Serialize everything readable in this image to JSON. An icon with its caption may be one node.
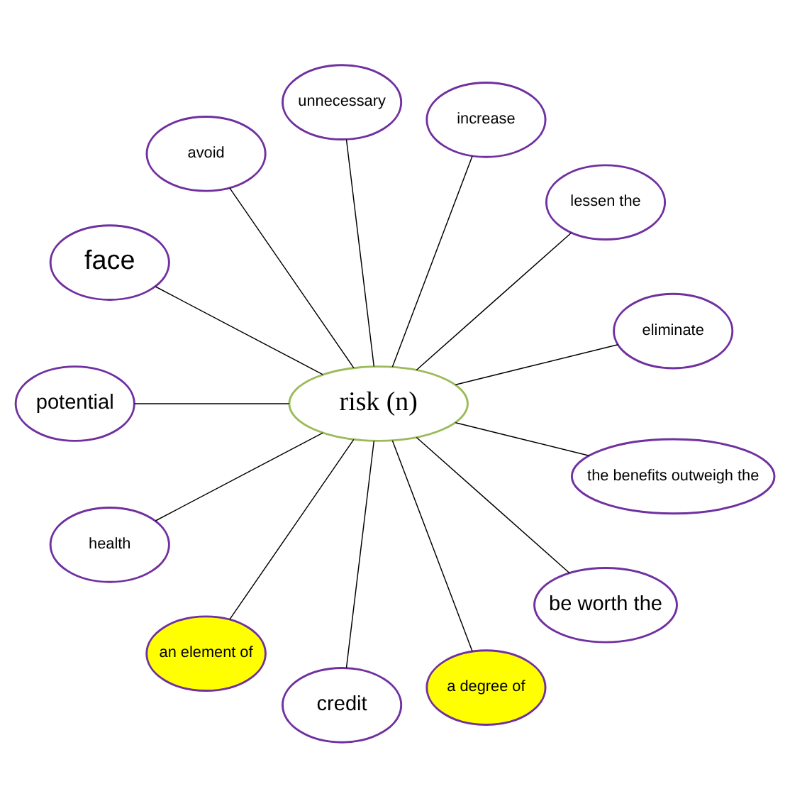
{
  "diagram": {
    "nodes": [
      {
        "text": [
          "eliminate"
        ]
      },
      {
        "text": [
          "lessen the"
        ]
      },
      {
        "text": [
          "increase"
        ]
      },
      {
        "text": [
          "unnecessary"
        ]
      },
      {
        "text": [
          "avoid"
        ]
      },
      {
        "text": [
          "face"
        ]
      },
      {
        "text": [
          "potential"
        ]
      },
      {
        "text": [
          "risk (n)"
        ]
      },
      {
        "text": [
          "health"
        ]
      },
      {
        "text": [
          "an element of"
        ]
      },
      {
        "text": [
          "credit"
        ]
      },
      {
        "text": [
          "a degree of"
        ]
      },
      {
        "text": [
          "be worth the"
        ]
      },
      {
        "text": [
          "the benefits outweigh the"
        ]
      }
    ],
    "edges": [
      {
        "from": 7,
        "to": 0,
        "arrow": "none"
      },
      {
        "from": 7,
        "to": 4,
        "arrow": "none"
      },
      {
        "from": 7,
        "to": 5,
        "arrow": "none"
      },
      {
        "from": 7,
        "to": 2,
        "arrow": "none"
      },
      {
        "from": 7,
        "to": 1,
        "arrow": "none"
      },
      {
        "from": 7,
        "to": 3,
        "arrow": "none"
      },
      {
        "from": 7,
        "to": 6,
        "arrow": "none"
      },
      {
        "from": 7,
        "to": 8,
        "arrow": "none"
      },
      {
        "from": 7,
        "to": 10,
        "arrow": "none"
      },
      {
        "from": 7,
        "to": 13,
        "arrow": "none"
      },
      {
        "from": 7,
        "to": 12,
        "arrow": "none"
      },
      {
        "from": 7,
        "to": 11,
        "arrow": "none"
      },
      {
        "from": 7,
        "to": 9,
        "arrow": "none"
      }
    ]
  }
}
